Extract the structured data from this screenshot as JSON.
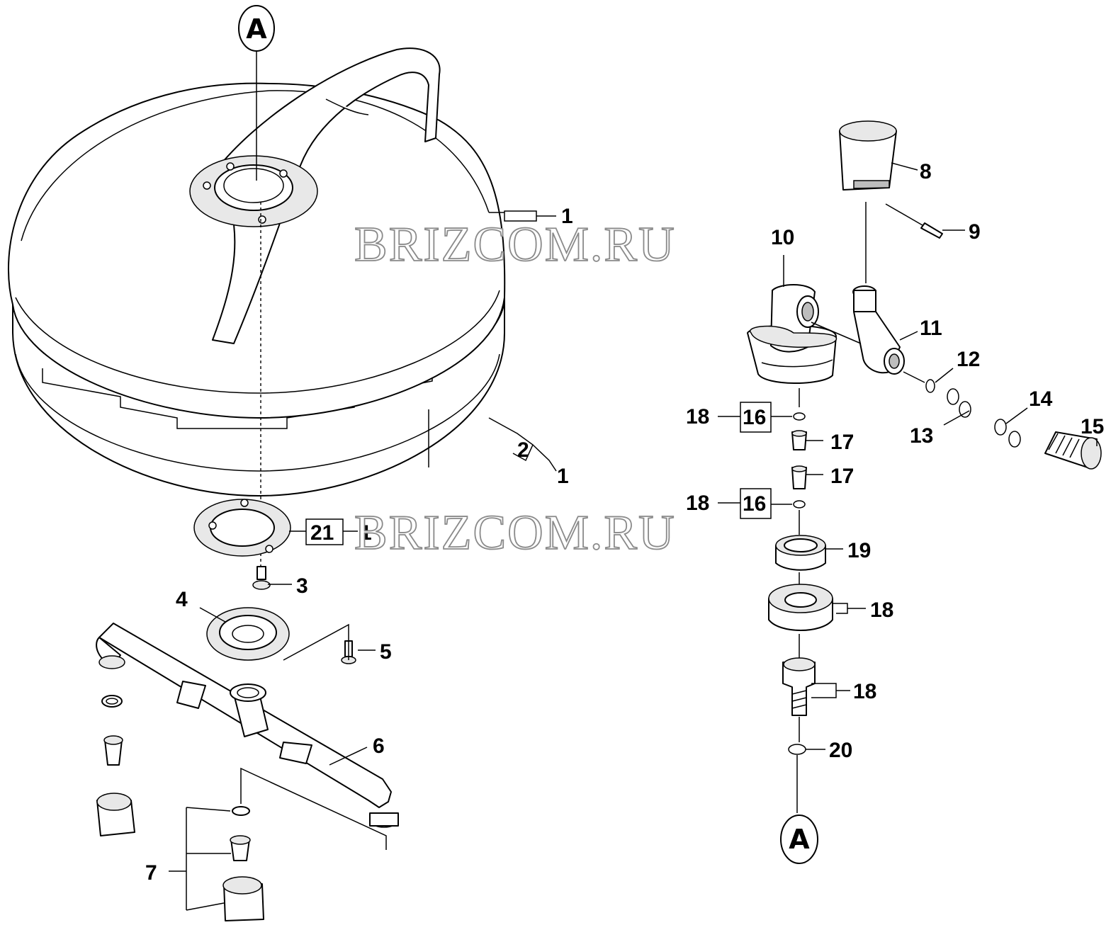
{
  "watermarks": [
    "BRIZCOM.RU",
    "BRIZCOM.RU"
  ],
  "reference_markers": {
    "top": "A",
    "bottom": "A"
  },
  "callouts": {
    "c1_a": "1",
    "c1_b": "1",
    "c1_c": "1",
    "c2": "2",
    "c3": "3",
    "c4": "4",
    "c5": "5",
    "c6": "6",
    "c7": "7",
    "c8": "8",
    "c9": "9",
    "c10": "10",
    "c11": "11",
    "c12": "12",
    "c13": "13",
    "c14": "14",
    "c15": "15",
    "c16_a": "16",
    "c16_b": "16",
    "c17_a": "17",
    "c17_b": "17",
    "c18_a": "18",
    "c18_b": "18",
    "c18_c": "18",
    "c18_d": "18",
    "c19": "19",
    "c20": "20",
    "c21": "21"
  }
}
